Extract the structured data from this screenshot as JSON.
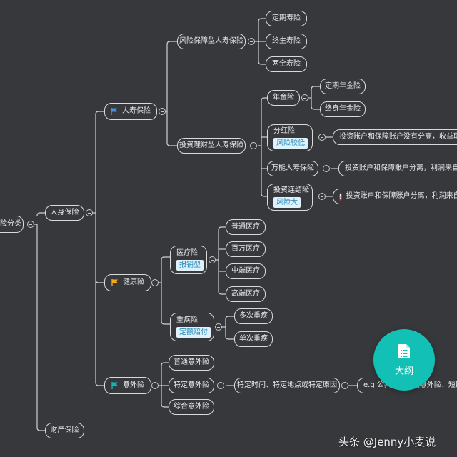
{
  "colors": {
    "background": "#36383b",
    "node_border": "#d9dadb",
    "tag_bg": "#dff2fb",
    "tag_text": "#1e86b8",
    "fab": "#13c0b5",
    "flag_life": "#4a90e2",
    "flag_health": "#f5a623",
    "flag_accident": "#13b5b1",
    "warning": "#e0303a"
  },
  "mindmap": {
    "root": {
      "label": "险分类"
    },
    "life_insurance": {
      "label": "人身保险"
    },
    "property_insurance": {
      "label": "财产保险"
    },
    "human_life": {
      "label": "人寿保险",
      "flag_icon": "blue-flag-icon",
      "protection": {
        "label": "风险保障型人寿保险",
        "items": [
          "定期寿险",
          "终生寿险",
          "两全寿险"
        ]
      },
      "investment": {
        "label": "投资理财型人寿保险",
        "annuity": {
          "label": "年金险",
          "items": [
            "定期年金险",
            "终身年金险"
          ]
        },
        "dividend": {
          "label": "分红险",
          "tag": "风险较低",
          "note": "投资账户和保障账户没有分离，收益取决"
        },
        "universal": {
          "label": "万能人寿保险",
          "note": "投资账户和保障账户分离，利润来自投"
        },
        "linked": {
          "label": "投资连结险",
          "tag": "风险大",
          "note": "投资账户和保障账户分离，利润来自"
        }
      }
    },
    "health": {
      "label": "健康险",
      "flag_icon": "orange-flag-icon",
      "medical": {
        "label": "医疗险",
        "tag": "报销型",
        "items": [
          "普通医疗",
          "百万医疗",
          "中端医疗",
          "高端医疗"
        ]
      },
      "critical": {
        "label": "重疾险",
        "tag": "定额赔付",
        "items": [
          "多次重疾",
          "单次重疾"
        ]
      }
    },
    "accident": {
      "label": "意外险",
      "flag_icon": "teal-flag-icon",
      "items": {
        "general": "普通意外险",
        "specific": "特定意外险",
        "comprehensive": "综合意外险"
      },
      "specific_detail": "特定时间、特定地点或特定原因",
      "example": "e.g 公共交通工具意外险、短期境内外"
    }
  },
  "fab": {
    "label": "大纲",
    "icon": "outline-doc-icon"
  },
  "watermark": {
    "text": "头条 @Jenny小麦说"
  }
}
